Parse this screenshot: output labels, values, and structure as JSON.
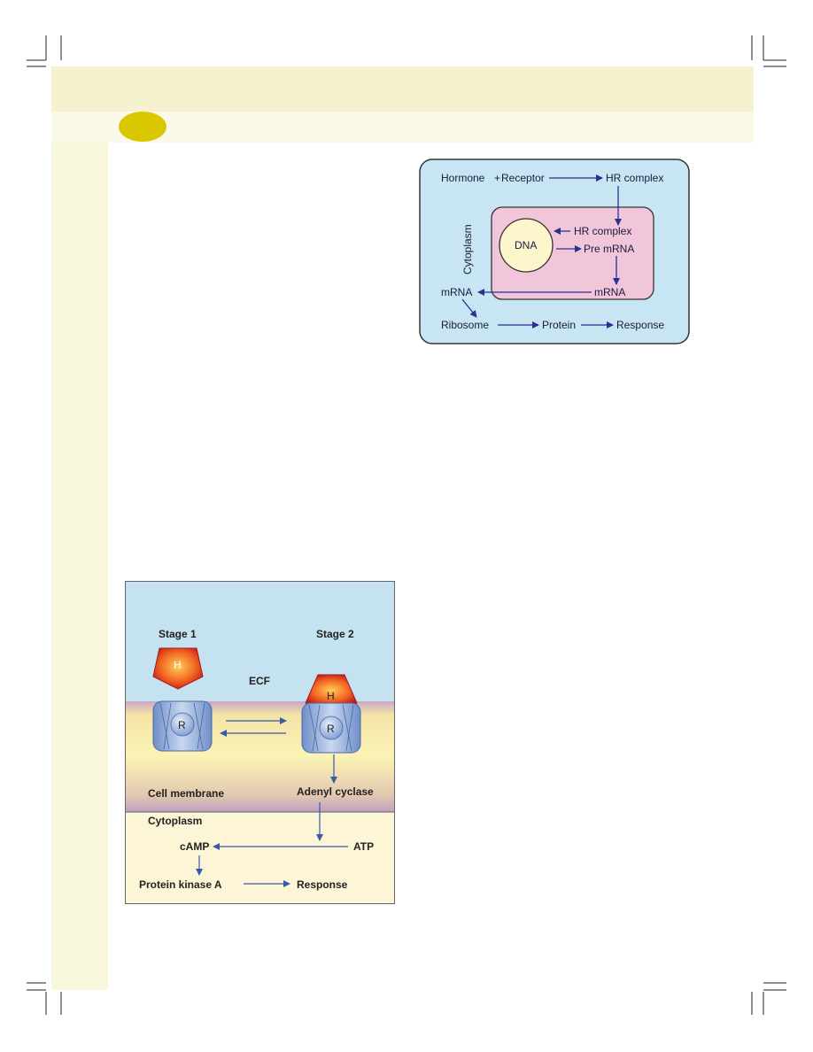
{
  "colors": {
    "page_band": "#f6f2cf",
    "left_strip": "#f8f7dc",
    "chapter_marker": "#d9c800",
    "arrow": "#2c2f8f",
    "cytoplasm_fill": "#c7e5f2",
    "nucleus_fill": "#f2c6da",
    "dna_fill": "#fdf6cc",
    "ecf_fill": "#c4e2f0",
    "membrane_fill": "#e6d3a5",
    "lower_cytoplasm_fill": "#fcf6d6"
  },
  "diagram1": {
    "hormone": "Hormone",
    "plus": "+",
    "receptor": "Receptor",
    "hr_complex_top": "HR complex",
    "cytoplasm": "Cytoplasm",
    "dna": "DNA",
    "hr_complex_inner": "HR complex",
    "pre_mrna": "Pre mRNA",
    "mrna_inner": "mRNA",
    "mrna_outer": "mRNA",
    "ribosome": "Ribosome",
    "protein": "Protein",
    "response": "Response"
  },
  "diagram2": {
    "stage1": "Stage 1",
    "stage2": "Stage 2",
    "hormone1": "H",
    "hormone2": "H",
    "ecf": "ECF",
    "receptor1": "R",
    "receptor2": "R",
    "cell_membrane": "Cell membrane",
    "adenyl_cyclase": "Adenyl cyclase",
    "cytoplasm": "Cytoplasm",
    "camp": "cAMP",
    "atp": "ATP",
    "protein_kinase": "Protein kinase A",
    "response": "Response"
  }
}
